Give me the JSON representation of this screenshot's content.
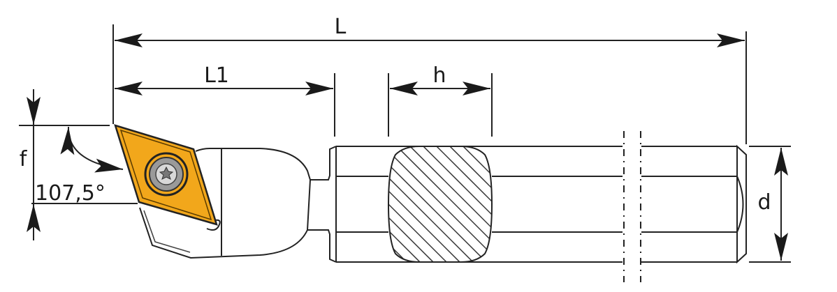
{
  "diagram": {
    "title": "Boring bar with rhombic insert",
    "dimensions": {
      "overall_length": "L",
      "head_length": "L1",
      "flat_height": "h",
      "shank_diameter": "d",
      "offset": "f",
      "angle": "107,5°"
    },
    "colors": {
      "insert": "#F2A71B",
      "line": "#222222"
    }
  }
}
